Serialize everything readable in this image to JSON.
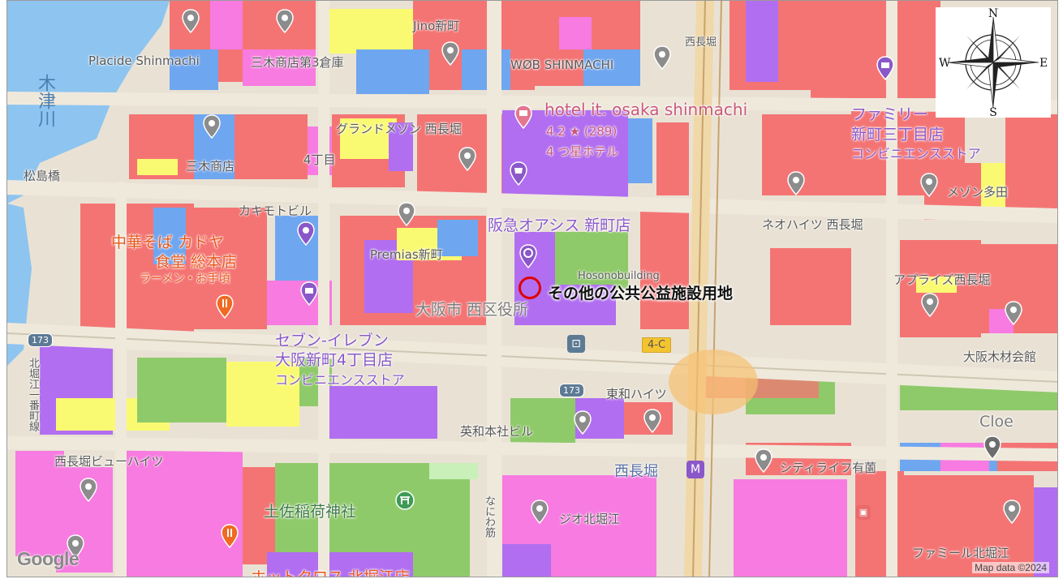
{
  "map": {
    "labels": {
      "placide": "Placide Shinmachi",
      "miki_warehouse": "三木商店第3倉庫",
      "jino": "Jino新町",
      "wob": "WØB SHINMACHI",
      "nishinagahori_top": "西長堀",
      "hotel_name": "hotel it. osaka shinmachi",
      "hotel_rating": "4.2 ★ (289)",
      "hotel_type": "4 つ星ホテル",
      "grand_maison": "グランドメゾン 西長堀",
      "family_mart_1": "ファミリー",
      "family_mart_2": "新町三丁目店",
      "family_mart_3": "コンビニエンスストア",
      "river": "木津川",
      "matsushima": "松島橋",
      "miki_shop": "三木商店",
      "chome4": "4丁目",
      "maison_tada": "メゾン多田",
      "kakimoto": "カキモトビル",
      "hankyu": "阪急オアシス 新町店",
      "neo_heights": "ネオハイツ 西長堀",
      "chuka_1": "中華そば カドヤ",
      "chuka_2": "食堂 総本店",
      "chuka_3": "ラーメン・お手頃",
      "premias": "Premias新町",
      "hosono": "Hosonobuilding",
      "aprise": "アプライズ西長堀",
      "ward_office": "大阪市 西区役所",
      "seven_1": "セブン-イレブン",
      "seven_2": "大阪新町4丁目店",
      "seven_3": "コンビニエンスストア",
      "exit": "4-C",
      "lumber": "大阪木材会館",
      "route_173_a": "173",
      "route_173_b": "173",
      "towa": "東和ハイツ",
      "eiwa": "英和本社ビル",
      "cloe": "Cloe",
      "kitaeHorie": "北堀江一番町線",
      "nishinagahori_heights": "西長堀ビューハイツ",
      "station": "西長堀",
      "city_life": "シティライフ有薗",
      "tosa": "土佐稲荷神社",
      "jio": "ジオ北堀江",
      "naniwa": "なにわ筋",
      "famil_horie": "ファミール北堀江",
      "hot_cross": "ホットクロス 北堀江店"
    },
    "selection": {
      "label": "その他の公共公益施設用地"
    },
    "compass": {
      "n": "N",
      "s": "S",
      "e": "E",
      "w": "W"
    },
    "attribution": {
      "logo": "Google",
      "map_data": "Map data ©2024"
    },
    "colors": {
      "commercial": "#f47474",
      "residential": "#f77be0",
      "public": "#b16ef0",
      "low_residential": "#fafa72",
      "park": "#8fca6a",
      "water_light": "#b9d9f5",
      "blue_block": "#6fa6f0",
      "road": "#e9e2d4",
      "selection": "#e00000"
    }
  }
}
